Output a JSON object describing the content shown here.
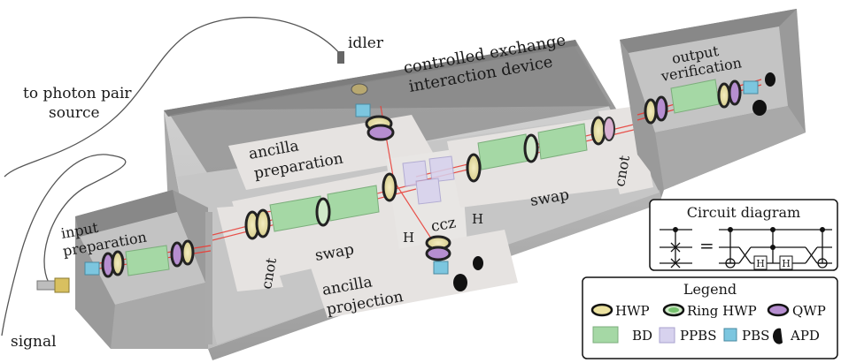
{
  "labels": {
    "to_photon_pair_source_1": "to photon pair",
    "to_photon_pair_source_2": "source",
    "idler": "idler",
    "signal": "signal",
    "device_title_1": "controlled exchange",
    "device_title_2": "interaction device",
    "output_verification_1": "output",
    "output_verification_2": "verification",
    "input_preparation_1": "input",
    "input_preparation_2": "preparation",
    "ancilla_preparation_1": "ancilla",
    "ancilla_preparation_2": "preparation",
    "ancilla_projection_1": "ancilla",
    "ancilla_projection_2": "projection",
    "swap_left": "swap",
    "swap_right": "swap",
    "cnot_left": "cnot",
    "cnot_right": "cnot",
    "h_left": "H",
    "h_right": "H",
    "ccz": "ccz"
  },
  "circuit": {
    "title": "Circuit diagram",
    "equals": "=",
    "gate_h1": "H",
    "gate_h2": "H"
  },
  "legend": {
    "title": "Legend",
    "items": {
      "hwp": "HWP",
      "ring_hwp": "Ring HWP",
      "qwp": "QWP",
      "bd": "BD",
      "ppbs": "PPBS",
      "pbs": "PBS",
      "apd": "APD"
    }
  },
  "colors": {
    "box_gray": "#9a9a9a",
    "panel_light": "#e9e6e4",
    "bd_green": "#9fd39f",
    "pbs_blue": "#7cc6df",
    "ppbs_lilac": "#c9c4e6",
    "qwp_purple": "#9b6bb8",
    "ring_green": "#77c26f",
    "hwp_yellow": "#ece2a0",
    "laser_red": "#e8413a"
  }
}
